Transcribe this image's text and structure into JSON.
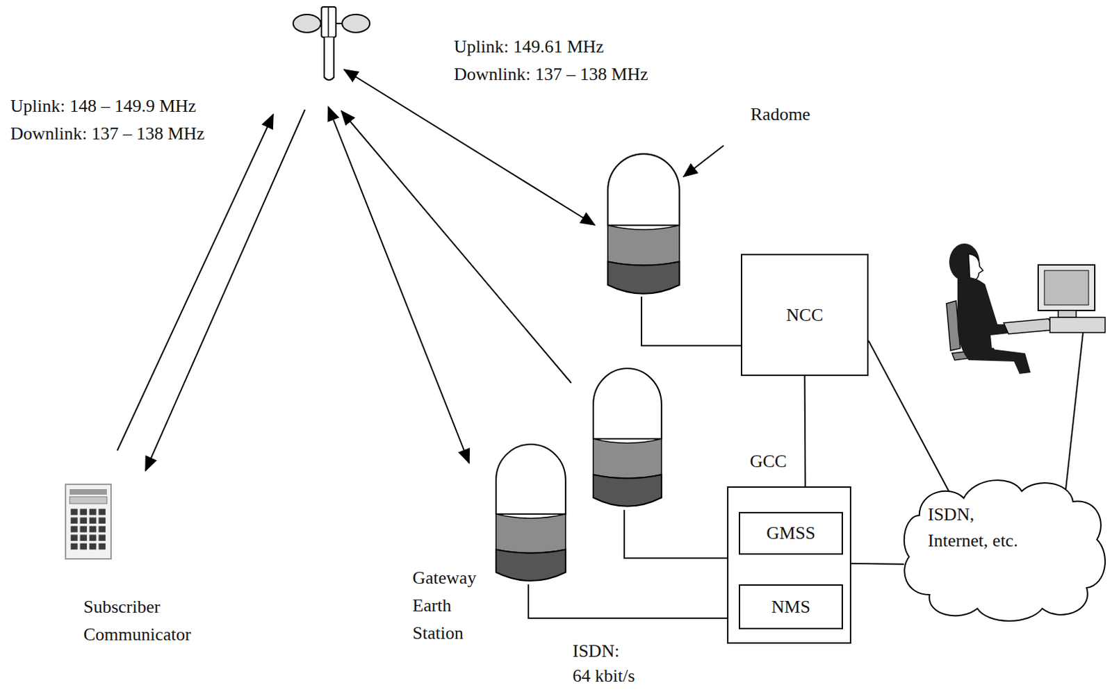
{
  "diagram": {
    "nodes": [
      {
        "text": [
          "NCC"
        ]
      },
      {
        "text": [
          "GCC"
        ]
      },
      {
        "text": [
          "GMSS"
        ],
        "in": 1
      },
      {
        "text": [
          "NMS"
        ],
        "in": 1
      },
      {
        "text": [
          "ISDN, Internet, etc."
        ]
      }
    ],
    "edges": [
      {
        "from": 0,
        "to": 1,
        "arrow": "none"
      },
      {
        "from": 0,
        "to": 4,
        "arrow": "none"
      },
      {
        "from": 1,
        "to": 4,
        "arrow": "none"
      },
      {
        "from": 2,
        "to": 3,
        "arrow": "none"
      }
    ],
    "labels": [
      "Uplink: 149.61 MHz",
      "Downlink: 137 – 138 MHz",
      "Uplink: 148 – 149.9 MHz",
      "Downlink: 137 – 138 MHz",
      "Radome",
      "Subscriber Communicator",
      "Gateway Earth Station",
      "ISDN: 64 kbit/s"
    ]
  }
}
